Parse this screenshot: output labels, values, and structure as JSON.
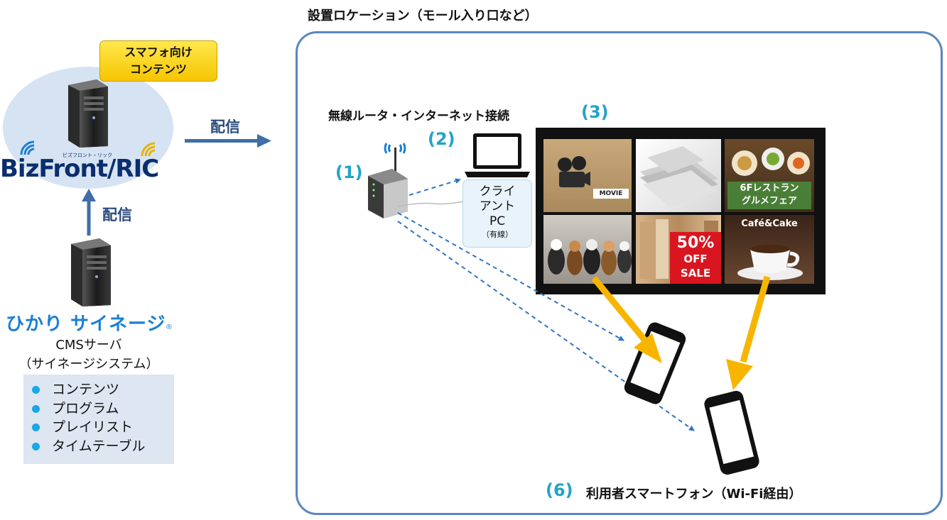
{
  "left": {
    "badge_line1": "スマフォ向け",
    "badge_line2": "コンテンツ",
    "bizfront_logo": "BizFront/RIC",
    "bizfront_sub": "ビズフロント・リック",
    "distribute_right": "配信",
    "distribute_up": "配信",
    "hikari_logo": "ひかり サイネージ",
    "cms_line1": "CMSサーバ",
    "cms_line2": "（サイネージシステム）",
    "cms_items": [
      "コンテンツ",
      "プログラム",
      "プレイリスト",
      "タイムテーブル"
    ]
  },
  "right": {
    "location_title": "設置ロケーション（モール入り口など）",
    "router_label": "無線ルータ・インターネット接続",
    "num_1": "(1)",
    "num_2": "(2)",
    "num_3": "(3)",
    "num_6": "(6)",
    "client_line1": "クライ",
    "client_line2": "アント",
    "client_line3": "PC",
    "client_sub": "（有線）",
    "users_label": "利用者スマートフォン（Wi-Fi経由）"
  },
  "signage": {
    "movie_text": "MOVIE",
    "restaurant_line1": "6Fレストラン",
    "restaurant_line2": "グルメフェア",
    "sale_percent": "50%",
    "sale_off": "OFF",
    "sale_sale": "SALE",
    "cafe_text": "Café&Cake"
  },
  "colors": {
    "accent_blue": "#5b86bf",
    "number_teal": "#22a3c8",
    "arrow_yellow": "#f7b500",
    "dashed_blue": "#2f74c2",
    "list_bullet": "#19a7e8"
  }
}
